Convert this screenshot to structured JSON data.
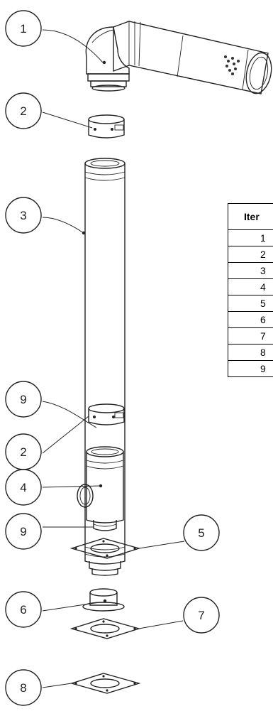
{
  "balloons": [
    "1",
    "2",
    "3",
    "9",
    "2",
    "4",
    "9",
    "5",
    "6",
    "7",
    "8"
  ],
  "table": {
    "header": "Iter",
    "items": [
      "1",
      "2",
      "3",
      "4",
      "5",
      "6",
      "7",
      "8",
      "9"
    ]
  }
}
